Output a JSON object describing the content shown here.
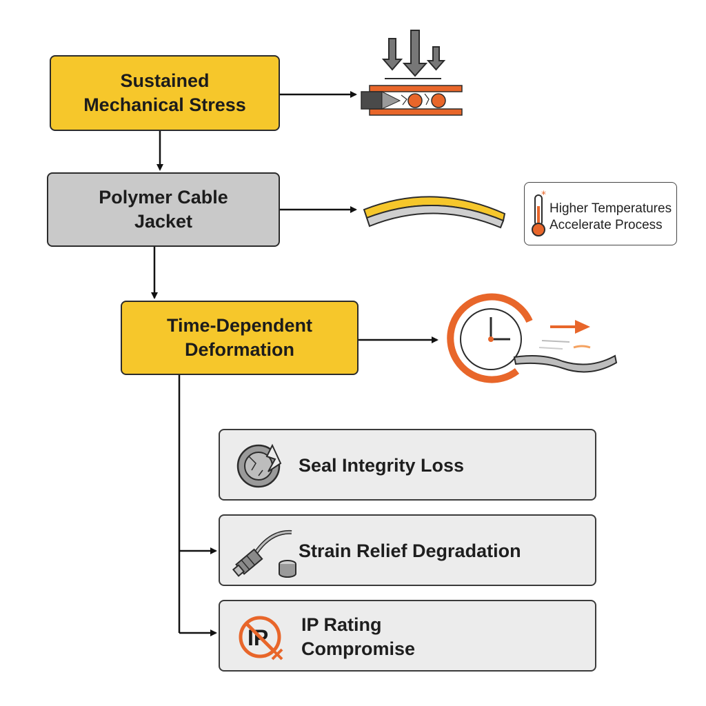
{
  "flow": {
    "stress": {
      "line1": "Sustained",
      "line2": "Mechanical Stress"
    },
    "jacket": {
      "line1": "Polymer Cable",
      "line2": "Jacket"
    },
    "deformation": {
      "line1": "Time-Dependent",
      "line2": "Deformation"
    }
  },
  "note": {
    "line1": "Higher Temperatures",
    "line2": "Accelerate Process"
  },
  "outcomes": [
    {
      "label": "Seal Integrity Loss",
      "icon": "cracked-seal-icon"
    },
    {
      "label": "Strain Relief Degradation",
      "icon": "cable-connector-icon"
    },
    {
      "label_line1": "IP Rating",
      "label_line2": "Compromise",
      "icon": "ip-prohibited-icon"
    }
  ],
  "colors": {
    "yellow": "#f6c72b",
    "gray": "#c9c9c9",
    "orange": "#e8662a",
    "outline": "#2b2b2b"
  }
}
